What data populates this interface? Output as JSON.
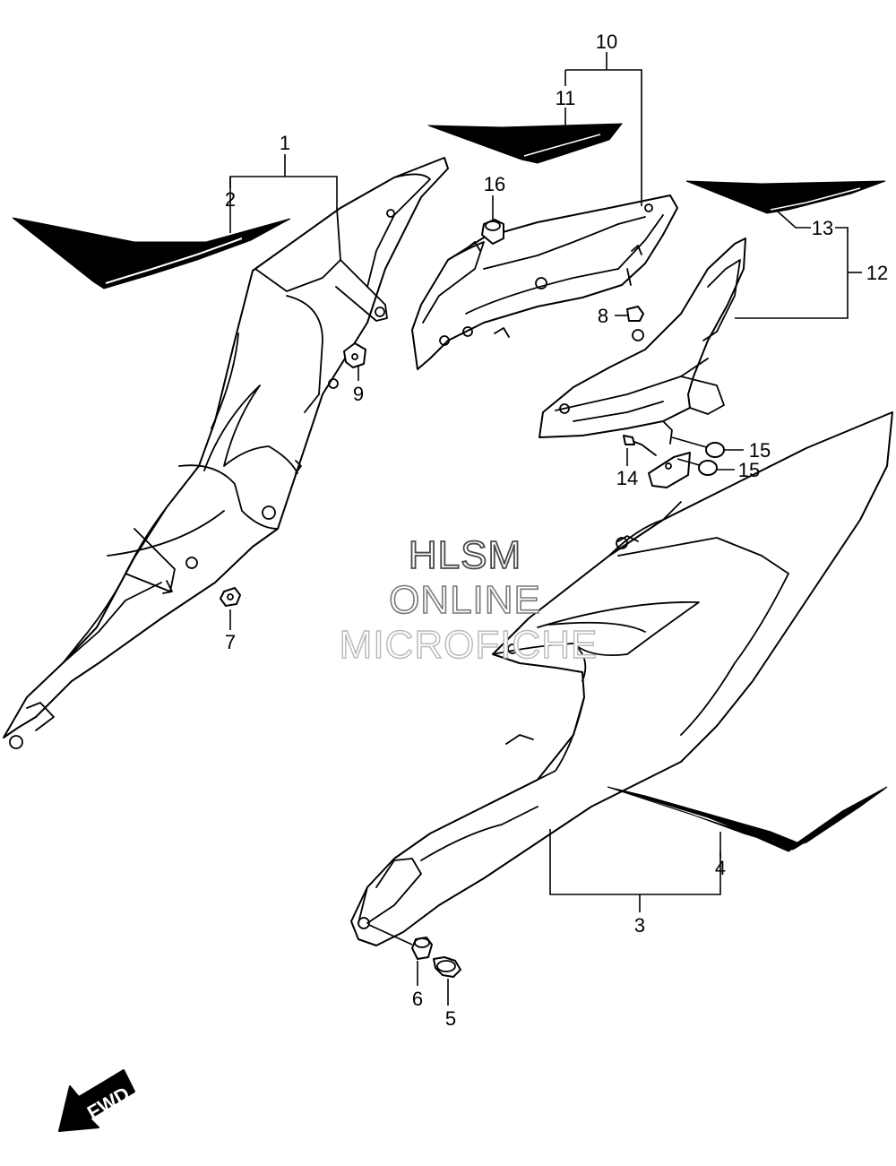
{
  "callouts": {
    "c1": "1",
    "c2": "2",
    "c3": "3",
    "c4": "4",
    "c5": "5",
    "c6": "6",
    "c7": "7",
    "c8": "8",
    "c9": "9",
    "c10": "10",
    "c11": "11",
    "c12": "12",
    "c13": "13",
    "c14": "14",
    "c15a": "15",
    "c15b": "15",
    "c16": "16"
  },
  "watermark": {
    "line1": "HLSM",
    "line2": "ONLINE",
    "line3": "MICROFICHE"
  },
  "fwd_label": "FWD"
}
